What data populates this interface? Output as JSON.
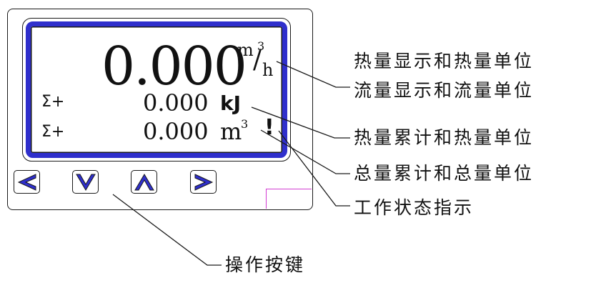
{
  "display": {
    "heat_value": "0.000",
    "heat_unit_top": "m",
    "heat_unit_sup": "3",
    "heat_unit_slash": "/",
    "heat_unit_bottom": "h",
    "row1_sigma": "Σ+",
    "row1_value": "0.000",
    "row1_unit": "kJ",
    "row2_sigma": "Σ+",
    "row2_value": "0.000",
    "row2_unit": "m",
    "row2_unit_sup": "3",
    "status_indicator": "!"
  },
  "buttons": [
    {
      "icon": "left-arrow-icon"
    },
    {
      "icon": "down-arrow-icon"
    },
    {
      "icon": "up-arrow-icon"
    },
    {
      "icon": "right-arrow-icon"
    }
  ],
  "labels": {
    "heat_display": "热量显示和热量单位",
    "flow_display": "流量显示和流量单位",
    "heat_total": "热量累计和热量单位",
    "total_volume": "总量累计和总量单位",
    "work_status": "工作状态指示",
    "buttons": "操作按键"
  },
  "colors": {
    "screen_border": "#2f2fcc",
    "button_arrow": "#2f2fcc",
    "corner_mark": "#d23ad2"
  }
}
